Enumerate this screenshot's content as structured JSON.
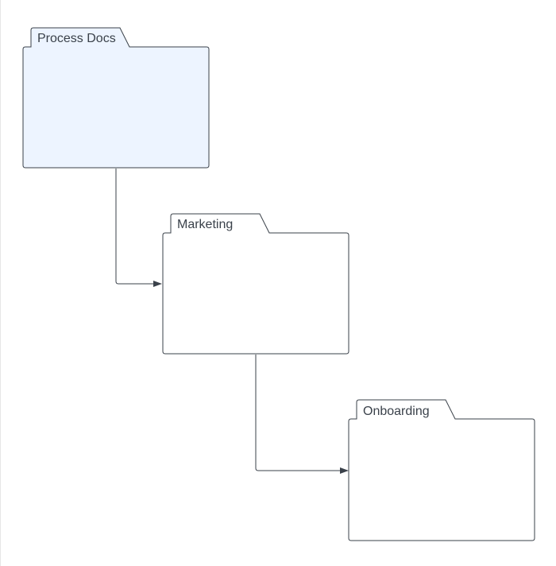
{
  "diagram": {
    "folders": [
      {
        "id": "process-docs",
        "label": "Process Docs",
        "fill": "#edf4ff"
      },
      {
        "id": "marketing",
        "label": "Marketing",
        "fill": "#ffffff"
      },
      {
        "id": "onboarding",
        "label": "Onboarding",
        "fill": "#ffffff"
      }
    ],
    "connectors": [
      {
        "from": "process-docs",
        "to": "marketing"
      },
      {
        "from": "marketing",
        "to": "onboarding"
      }
    ],
    "colors": {
      "stroke": "#3a414a",
      "text": "#3a414a",
      "background": "#ffffff"
    }
  }
}
